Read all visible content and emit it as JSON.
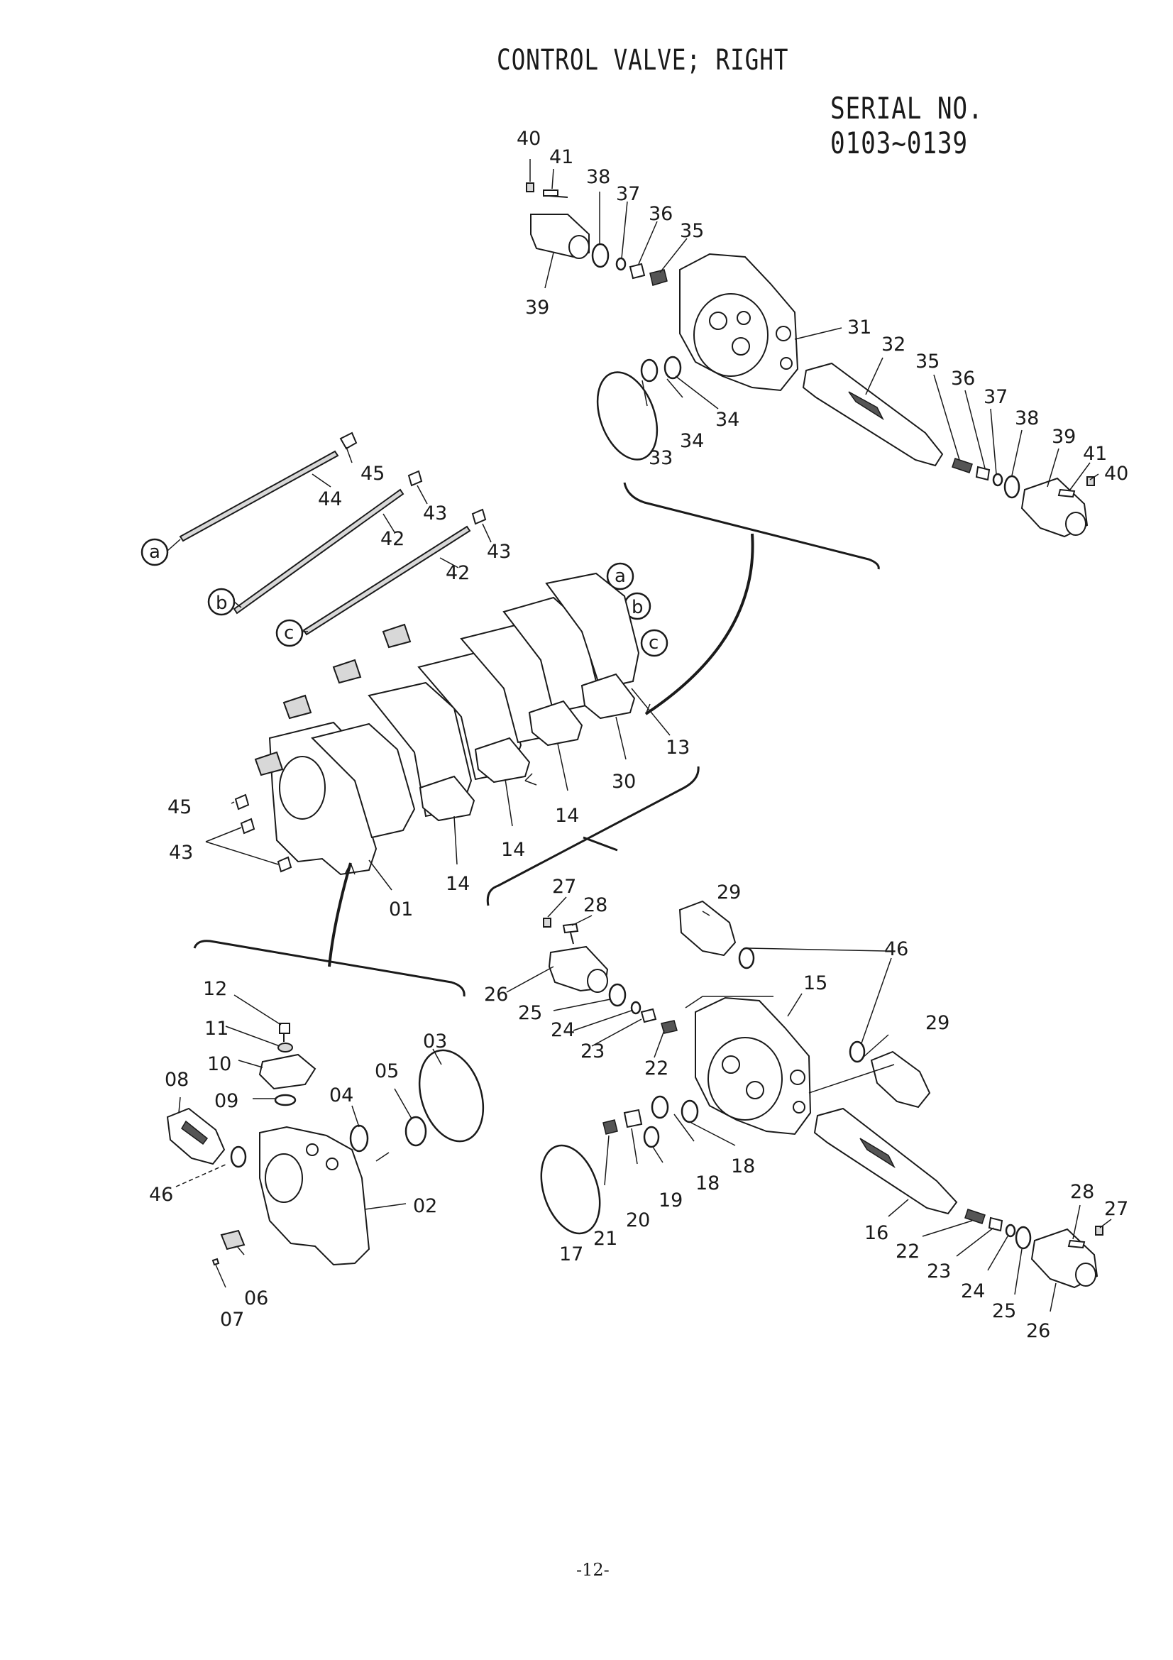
{
  "header": {
    "title": "CONTROL VALVE; RIGHT",
    "serial": "SERIAL NO. 0103~0139"
  },
  "footer": {
    "page_number": "-12-"
  },
  "callouts": {
    "c01": "01",
    "c02": "02",
    "c03": "03",
    "c04": "04",
    "c05": "05",
    "c06": "06",
    "c07": "07",
    "c08": "08",
    "c09": "09",
    "c10": "10",
    "c11": "11",
    "c12": "12",
    "c13": "13",
    "c14": "14",
    "c15": "15",
    "c16": "16",
    "c17": "17",
    "c18": "18",
    "c19": "19",
    "c20": "20",
    "c21": "21",
    "c22": "22",
    "c23": "23",
    "c24": "24",
    "c25": "25",
    "c26": "26",
    "c27": "27",
    "c28": "28",
    "c29": "29",
    "c30": "30",
    "c31": "31",
    "c32": "32",
    "c33": "33",
    "c34": "34",
    "c35": "35",
    "c36": "36",
    "c37": "37",
    "c38": "38",
    "c39": "39",
    "c40": "40",
    "c41": "41",
    "c42": "42",
    "c43": "43",
    "c44": "44",
    "c45": "45",
    "c46": "46"
  },
  "refs": {
    "a": "a",
    "b": "b",
    "c": "c"
  }
}
